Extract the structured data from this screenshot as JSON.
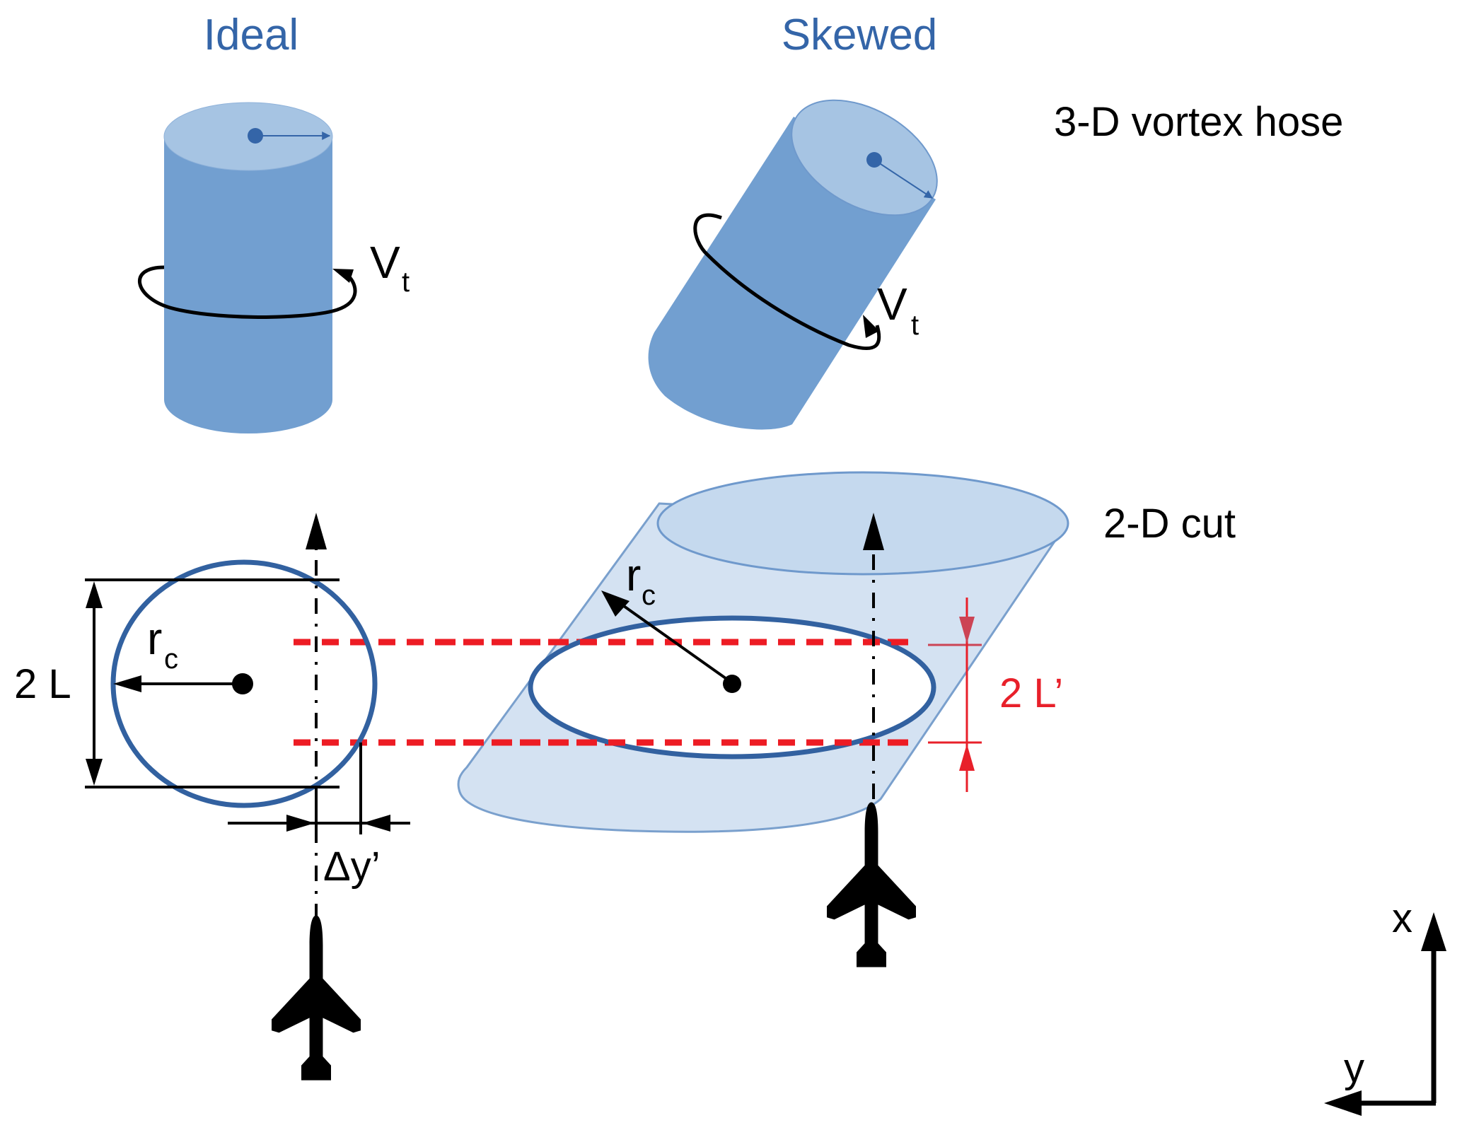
{
  "figure": {
    "panels": {
      "ideal": {
        "title": "Ideal"
      },
      "skewed": {
        "title": "Skewed"
      }
    },
    "labels": {
      "hose_3d": "3-D vortex hose",
      "cut_2d": "2-D cut",
      "vt_main": "V",
      "vt_sub": "t",
      "rc_main": "r",
      "rc_sub": "c",
      "two_l": "2 L",
      "two_l_prime": "2 L’",
      "delta_y_prime": "Δy’",
      "axis_x": "x",
      "axis_y": "y"
    },
    "colors": {
      "title_blue": "#3465a8",
      "cylinder_side": "#729fd0",
      "cylinder_top": "#a6c4e3",
      "cut_fill": "#d4e2f2",
      "cut_top_fill": "#c5d9ee",
      "cut_outline": "#7aa0cd",
      "ellipse_stroke": "#3261a0",
      "dashed_red": "#ed1c24",
      "dim_red_upper": "#cc4455",
      "black": "#000000"
    },
    "icons": {
      "aircraft": "aircraft-silhouette-icon"
    }
  }
}
